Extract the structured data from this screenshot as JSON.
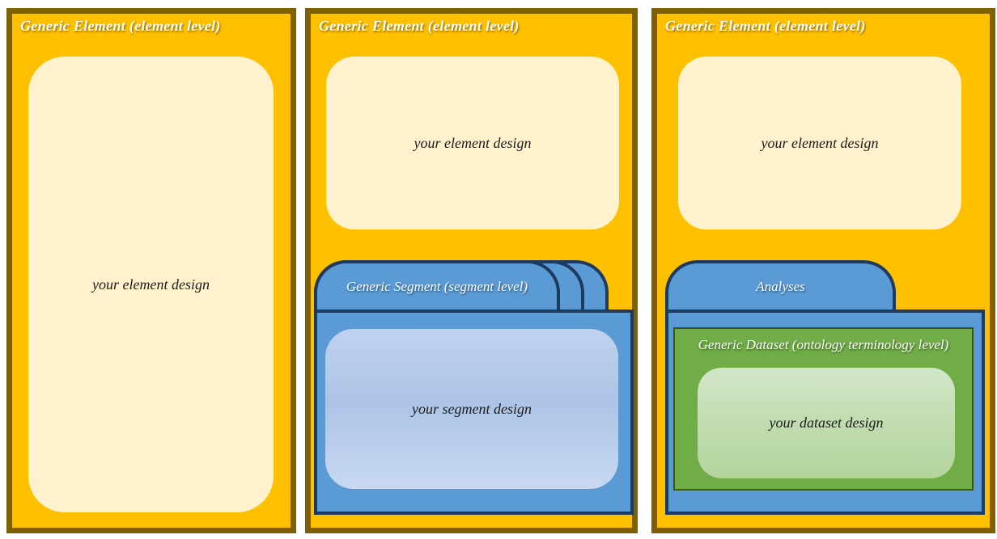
{
  "colors": {
    "element_fill": "#FFC000",
    "element_border": "#7F6000",
    "element_box_fill": "#FFF2CC",
    "segment_fill": "#5B9BD5",
    "segment_border": "#1F3A5F",
    "segment_box_fill": "#B7CBEA",
    "dataset_fill": "#70AD47",
    "dataset_border": "#375623",
    "dataset_box_fill": "#C5E0B4",
    "title_text": "#FFFFFF",
    "label_text": "#1C1C1C"
  },
  "panels": [
    {
      "title": "Generic Element (element level)",
      "element_box": {
        "label": "your element design"
      }
    },
    {
      "title": "Generic Element (element level)",
      "element_box": {
        "label": "your element design"
      },
      "segment": {
        "title": "Generic Segment (segment level)",
        "box_label": "your segment design",
        "stacked_tab_count": 3
      }
    },
    {
      "title": "Generic Element (element level)",
      "element_box": {
        "label": "your element design"
      },
      "segment": {
        "title": "Analyses"
      },
      "dataset": {
        "title": "Generic Dataset (ontology terminology level)",
        "box_label": "your dataset design"
      }
    }
  ]
}
